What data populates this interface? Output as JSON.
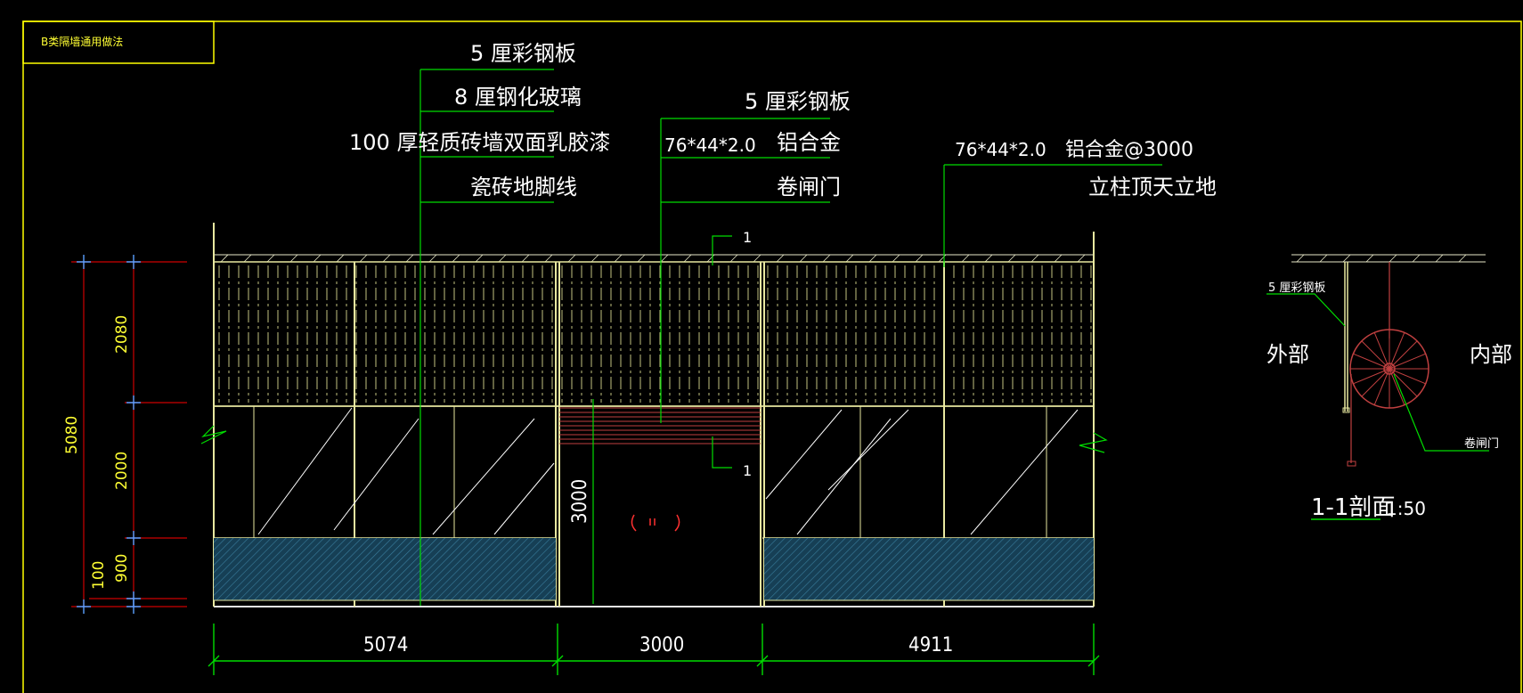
{
  "title_block": {
    "text": "B类隔墙通用做法"
  },
  "labels": {
    "steel_plate_left": "5 厘彩钢板",
    "glass": "8 厘钢化玻璃",
    "brick_wall": "100  厚轻质砖墙双面乳胶漆",
    "skirting": "瓷砖地脚线",
    "steel_plate_mid": "5 厘彩钢板",
    "alloy_mid_size": "76*44*2.0",
    "alloy_mid": "铝合金",
    "shutter_mid": "卷闸门",
    "alloy_right_size": "76*44*2.0",
    "alloy_right": "铝合金@3000",
    "column_right": "立柱顶天立地"
  },
  "section_marks": {
    "top": "1",
    "bottom": "1"
  },
  "dimensions": {
    "vertical_total": "5080",
    "vertical_top": "2080",
    "vertical_mid": "2000",
    "vertical_low": "900",
    "vertical_base": "100",
    "door_height": "3000",
    "bottom_left": "5074",
    "bottom_mid": "3000",
    "bottom_right": "4911"
  },
  "section_detail": {
    "plate_label": "5 厘彩钢板",
    "outside": "外部",
    "inside": "内部",
    "shutter_label": "卷闸门",
    "title": "1-1剖面",
    "scale": "1:50"
  },
  "colors": {
    "background": "#000000",
    "border": "#ffff00",
    "leader": "#00dd00",
    "dimension_red": "#cc0000",
    "hatch_blue": "#1c5570",
    "text": "#ffffff"
  }
}
